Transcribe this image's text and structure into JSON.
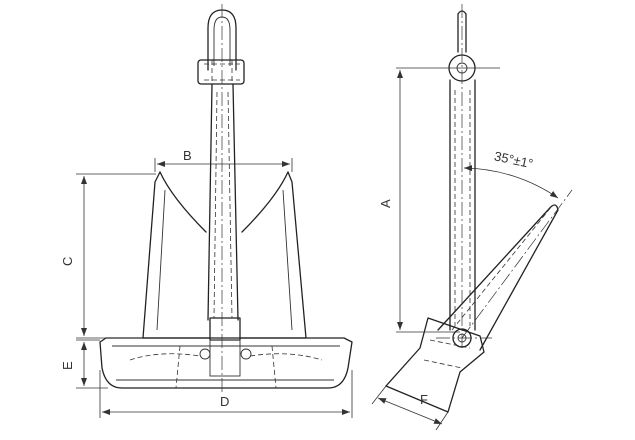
{
  "labels": {
    "A": "A",
    "B": "B",
    "C": "C",
    "D": "D",
    "E": "E",
    "F": "F",
    "angle": "35°±1°"
  }
}
